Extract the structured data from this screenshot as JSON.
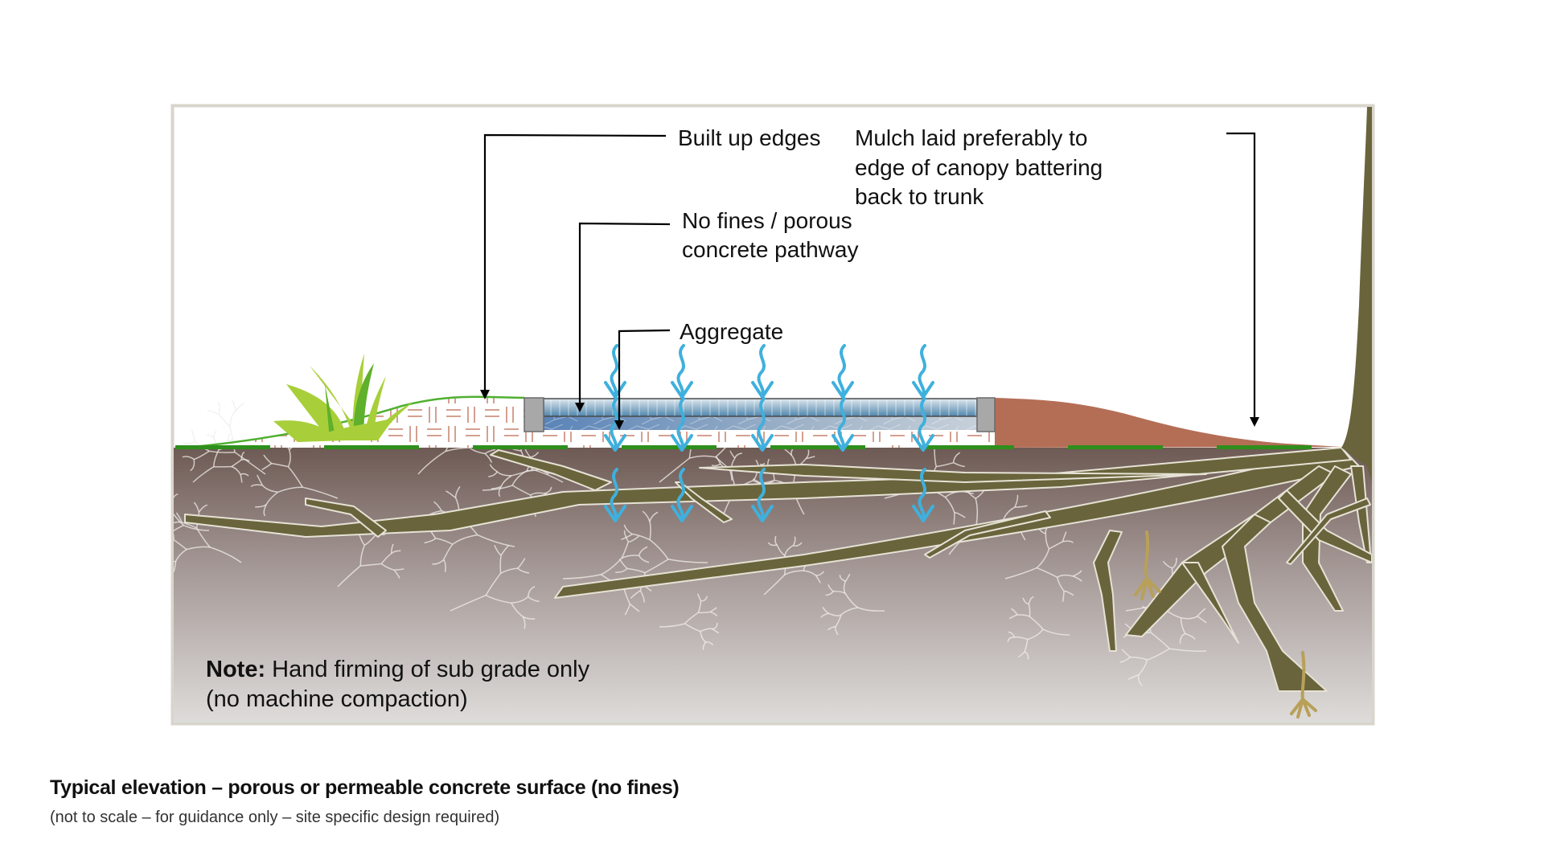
{
  "labels": {
    "built_up_edges": "Built up edges",
    "no_fines_line1": "No fines / porous",
    "no_fines_line2": "concrete pathway",
    "aggregate": "Aggregate",
    "mulch_line1": "Mulch laid preferably to",
    "mulch_line2": "edge of canopy battering",
    "mulch_line3": "back to trunk"
  },
  "note": {
    "prefix": "Note:",
    "line1": " Hand firming of sub grade only",
    "line2": "(no machine compaction)"
  },
  "caption": {
    "title": "Typical elevation – porous or permeable concrete surface (no fines)",
    "subtitle": "(not to scale – for guidance only – site specific design required)"
  },
  "colors": {
    "frame": "#d8d5cc",
    "soil_top": "#6e5a54",
    "soil_bottom": "#dedcda",
    "root": "#69643b",
    "root_outline": "#e6e2d6",
    "fine_root": "#f0eeea",
    "taproot": "#b8a058",
    "mulch": "#b46e56",
    "grass_light": "#a8cf3a",
    "grass_dark": "#5fb02a",
    "ground_strip": "#2f8f1c",
    "basketweave": "#d4a090",
    "edge_block": "#a8a8a8",
    "slab_top": "#d6e1ea",
    "slab_bottom": "#5f8fb0",
    "aggregate": "#8fa8c4",
    "water": "#3fb0dd",
    "leader": "#000000"
  },
  "water_flow_columns": 5,
  "icons": [
    "grass-clump-icon",
    "water-flow-arrow-icon",
    "tree-trunk-icon"
  ]
}
